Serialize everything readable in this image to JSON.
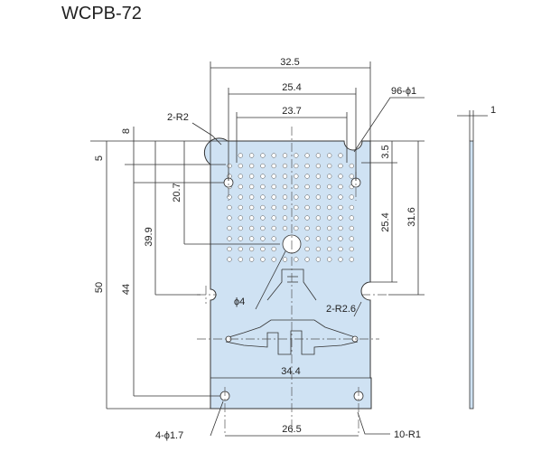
{
  "title": "WCPB-72",
  "dimensions": {
    "w_32_5": "32.5",
    "w_25_4": "25.4",
    "w_23_7": "23.7",
    "w_34_4": "34.4",
    "w_26_5": "26.5",
    "h_5": "5",
    "h_8": "8",
    "h_20_7": "20.7",
    "h_39_9": "39.9",
    "h_44": "44",
    "h_50": "50",
    "r_3_5": "3.5",
    "r_25_4": "25.4",
    "r_31_6": "31.6",
    "thickness": "1"
  },
  "callouts": {
    "corner_notch": "2-R2",
    "pin_holes": "96-ϕ1",
    "center_hole": "ϕ4",
    "side_notch": "2-R2.6",
    "mount_holes": "4-ϕ1.7",
    "corner_radius": "10-R1"
  },
  "colors": {
    "plate": "#cfe2f3",
    "line": "#333333"
  }
}
